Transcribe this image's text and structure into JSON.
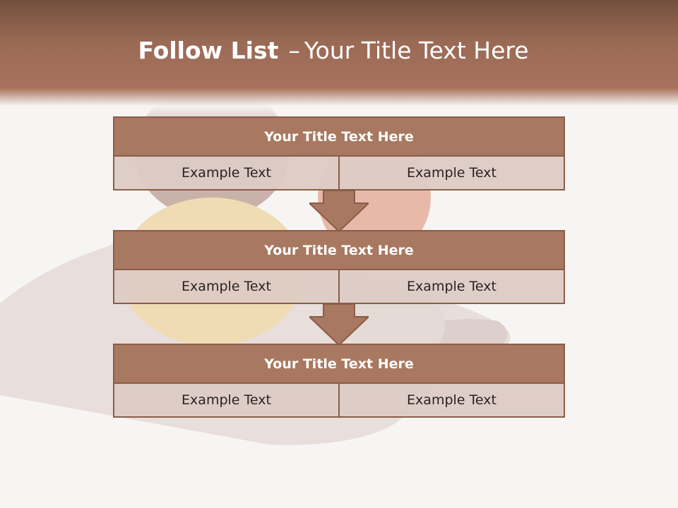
{
  "slide": {
    "title_bold": "Follow List",
    "title_dash": "–",
    "title_rest": "Your Title Text Here"
  },
  "steps": [
    {
      "title": "Your Title Text Here",
      "left": "Example Text",
      "right": "Example Text"
    },
    {
      "title": "Your Title Text Here",
      "left": "Example Text",
      "right": "Example Text"
    },
    {
      "title": "Your Title Text Here",
      "left": "Example Text",
      "right": "Example Text"
    }
  ],
  "colors": {
    "header_top": "#744f3e",
    "header_bottom": "#a8735d",
    "block_title": "#a87860",
    "block_border": "#8a5d48",
    "cell_fill": "#dccbc5"
  },
  "background_image": "hand-holding-sports-balls"
}
